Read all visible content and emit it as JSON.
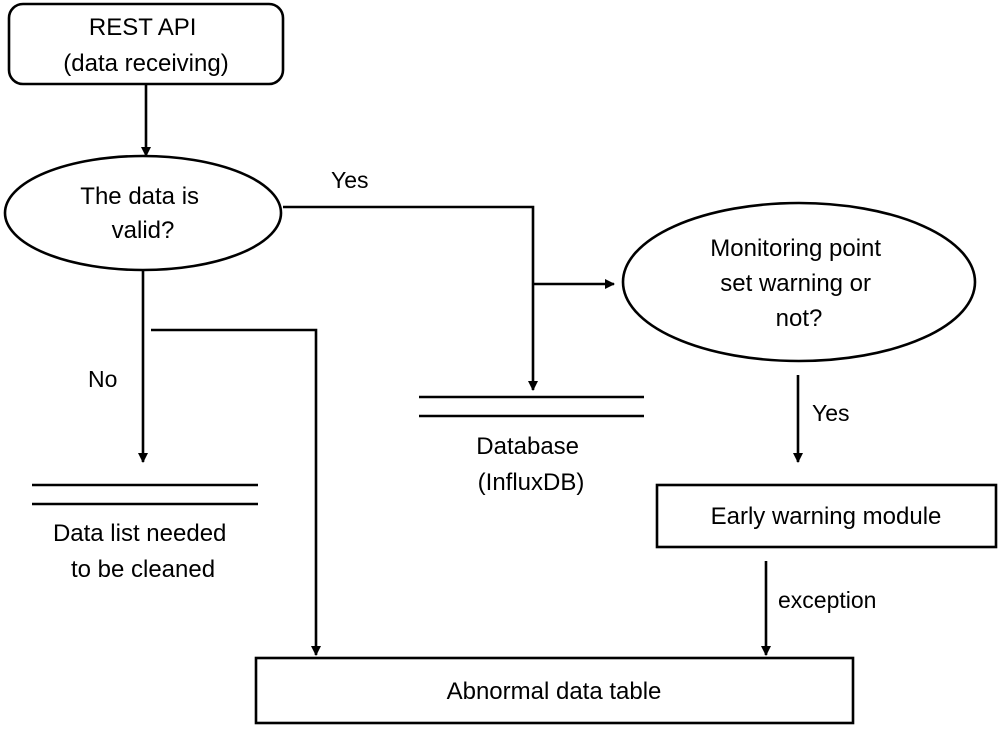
{
  "nodes": {
    "rest_api": {
      "lines": [
        "REST API",
        "(data receiving)"
      ]
    },
    "data_valid": {
      "lines": [
        "The data is",
        "valid?"
      ]
    },
    "monitoring": {
      "lines": [
        "Monitoring point",
        "set warning or",
        "not?"
      ]
    },
    "database": {
      "lines": [
        "Database",
        "(InfluxDB)"
      ]
    },
    "cleaning_list": {
      "lines": [
        "Data list needed",
        "to be cleaned"
      ]
    },
    "early_warning": {
      "label": "Early warning module"
    },
    "abnormal_table": {
      "label": "Abnormal data table"
    }
  },
  "edges": {
    "valid_yes": "Yes",
    "valid_no": "No",
    "warning_yes": "Yes",
    "exception": "exception"
  },
  "colors": {
    "stroke": "#000000",
    "background": "#ffffff"
  }
}
